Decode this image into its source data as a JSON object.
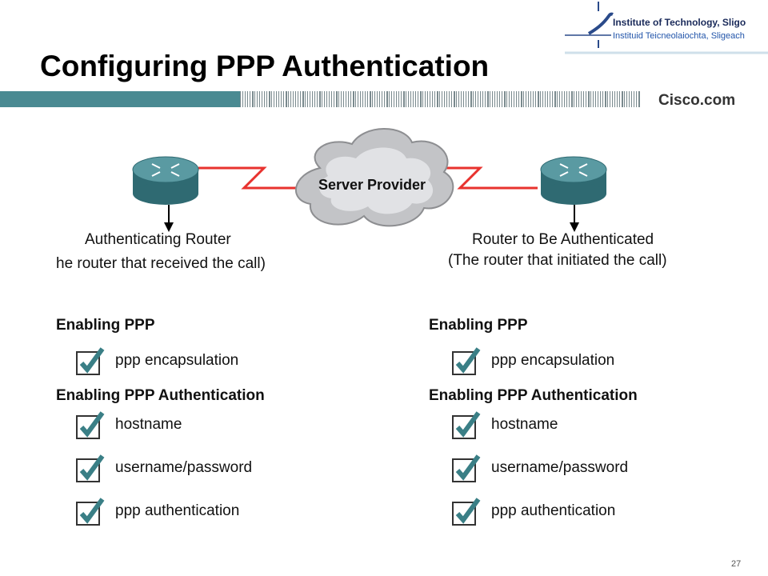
{
  "header": {
    "title": "Configuring PPP Authentication",
    "institute_name": "Institute of Technology, Sligo",
    "institute_irish": "Instituid Teicneolaiochta, Sligeach",
    "cisco": "Cisco.com"
  },
  "diagram": {
    "cloud_label": "Server Provider",
    "left_router": {
      "line1": "Authenticating Router",
      "line2": "he router that received the call)"
    },
    "right_router": {
      "line1": "Router to Be Authenticated",
      "line2": "(The router that initiated the call)"
    },
    "colors": {
      "router": "#3f7f86",
      "link": "#e8322e",
      "cloud": "#b9babd"
    }
  },
  "left_column": {
    "enabling_ppp": "Enabling PPP",
    "ppp_items": [
      "ppp encapsulation"
    ],
    "enabling_auth": "Enabling PPP Authentication",
    "auth_items": [
      "hostname",
      "username/password",
      "ppp authentication"
    ]
  },
  "right_column": {
    "enabling_ppp": "Enabling PPP",
    "ppp_items": [
      "ppp encapsulation"
    ],
    "enabling_auth": "Enabling PPP Authentication",
    "auth_items": [
      "hostname",
      "username/password",
      "ppp authentication"
    ]
  },
  "footer": {
    "page_number": "27"
  }
}
